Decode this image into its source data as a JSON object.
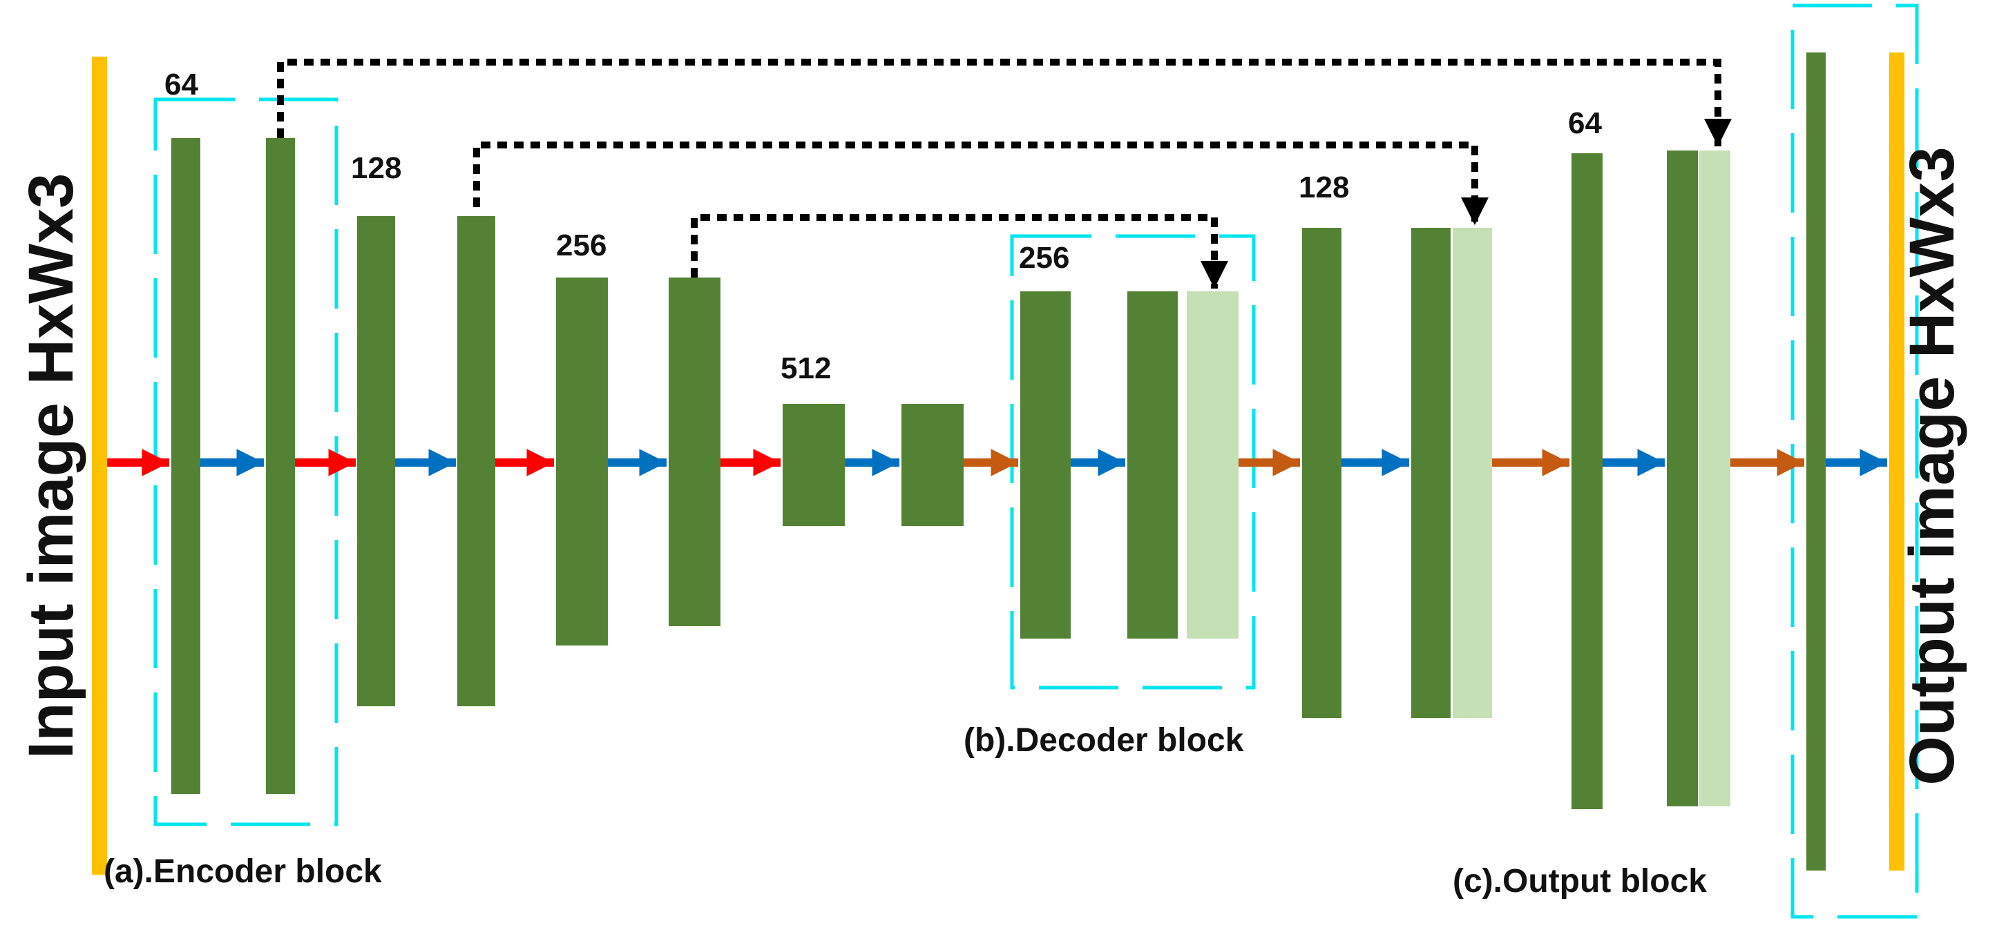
{
  "input_label": "Input image HxWx3",
  "output_label": "Output image HxWx3",
  "channel_labels": {
    "enc1": "64",
    "enc2": "128",
    "enc3": "256",
    "bottleneck": "512",
    "dec1": "256",
    "dec2": "128",
    "dec3": "64"
  },
  "block_captions": {
    "encoder": "(a).Encoder block",
    "decoder": "(b).Decoder block",
    "output": "(c).Output block"
  },
  "colors": {
    "feature_map": "#548235",
    "skip_feature_map": "#C5E0B4",
    "image_bar": "#FFC000",
    "block_border": "#00E5EE",
    "arrow_downsample": "#FF0000",
    "arrow_conv": "#0070C0",
    "arrow_upsample": "#C55A11",
    "skip_connection": "#000000"
  }
}
